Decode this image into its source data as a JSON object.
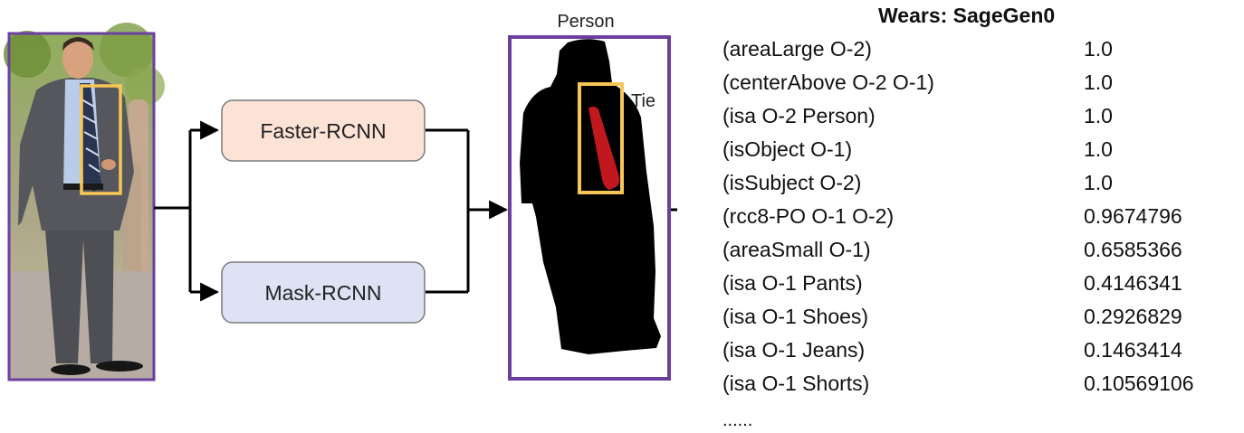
{
  "pipeline": {
    "detectors": [
      {
        "label": "Faster-RCNN",
        "fill": "#fce3d6",
        "stroke": "#7a7a7a"
      },
      {
        "label": "Mask-RCNN",
        "fill": "#dde3f4",
        "stroke": "#7a7a7a"
      }
    ],
    "output": {
      "person_label": "Person",
      "tie_label": "Tie"
    },
    "colors": {
      "frame": "#6b3fa0",
      "tie_box": "#f7c657",
      "mask_person": "#000000",
      "mask_tie": "#c0181e",
      "arrow": "#000000"
    }
  },
  "scores": {
    "title": "Wears: SageGen0",
    "rows": [
      {
        "predicate": "(areaLarge O-2)",
        "score": "1.0"
      },
      {
        "predicate": "(centerAbove O-2 O-1)",
        "score": "1.0"
      },
      {
        "predicate": "(isa O-2 Person)",
        "score": "1.0"
      },
      {
        "predicate": "(isObject O-1)",
        "score": "1.0"
      },
      {
        "predicate": "(isSubject O-2)",
        "score": "1.0"
      },
      {
        "predicate": "(rcc8-PO O-1 O-2)",
        "score": "0.9674796"
      },
      {
        "predicate": "(areaSmall O-1)",
        "score": "0.6585366"
      },
      {
        "predicate": "(isa O-1 Pants)",
        "score": "0.4146341"
      },
      {
        "predicate": "(isa O-1 Shoes)",
        "score": "0.2926829"
      },
      {
        "predicate": "(isa O-1 Jeans)",
        "score": "0.1463414"
      },
      {
        "predicate": "(isa O-1 Shorts)",
        "score": "0.10569106"
      }
    ],
    "ellipsis": "......"
  }
}
